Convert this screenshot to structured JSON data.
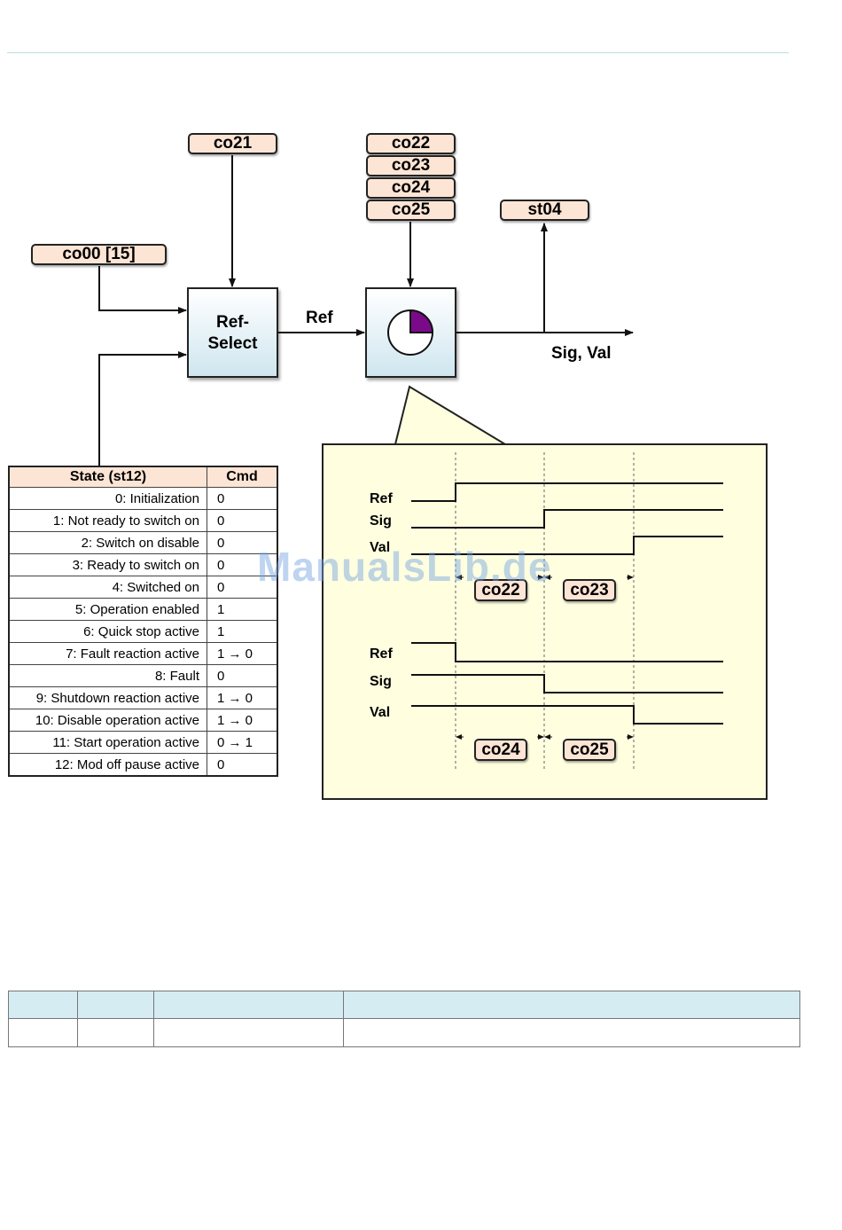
{
  "params": {
    "co21": "co21",
    "co22": "co22",
    "co23": "co23",
    "co24": "co24",
    "co25": "co25",
    "st04": "st04",
    "co00": "co00 [15]"
  },
  "blocks": {
    "ref_select": "Ref-\nSelect"
  },
  "labels": {
    "ref": "Ref",
    "output": "Sig, Val"
  },
  "timing": {
    "signals_upper": [
      "Ref",
      "Sig",
      "Val"
    ],
    "signals_lower": [
      "Ref",
      "Sig",
      "Val"
    ],
    "delays_upper": [
      "co22",
      "co23"
    ],
    "delays_lower": [
      "co24",
      "co25"
    ]
  },
  "state_table": {
    "headers": [
      "State (st12)",
      "Cmd"
    ],
    "rows": [
      [
        "0: Initialization",
        "0"
      ],
      [
        "1: Not ready to switch on",
        "0"
      ],
      [
        "2: Switch on disable",
        "0"
      ],
      [
        "3: Ready to switch on",
        "0"
      ],
      [
        "4: Switched on",
        "0"
      ],
      [
        "5: Operation enabled",
        "1"
      ],
      [
        "6: Quick stop active",
        "1"
      ],
      [
        "7: Fault reaction active",
        "1 → 0"
      ],
      [
        "8: Fault",
        "0"
      ],
      [
        "9: Shutdown reaction active",
        "1 → 0"
      ],
      [
        "10: Disable operation active",
        "1 → 0"
      ],
      [
        "11: Start operation active",
        "0 → 1"
      ],
      [
        "12: Mod off pause active",
        "0"
      ]
    ]
  },
  "watermark": "ManualsLib.de",
  "colors": {
    "param_fill": "#fde5d5",
    "callout_fill": "#ffffe0",
    "timer_sector": "#7a0a8a",
    "bottom_header": "#d4ecf2",
    "rule": "#b9dede"
  }
}
